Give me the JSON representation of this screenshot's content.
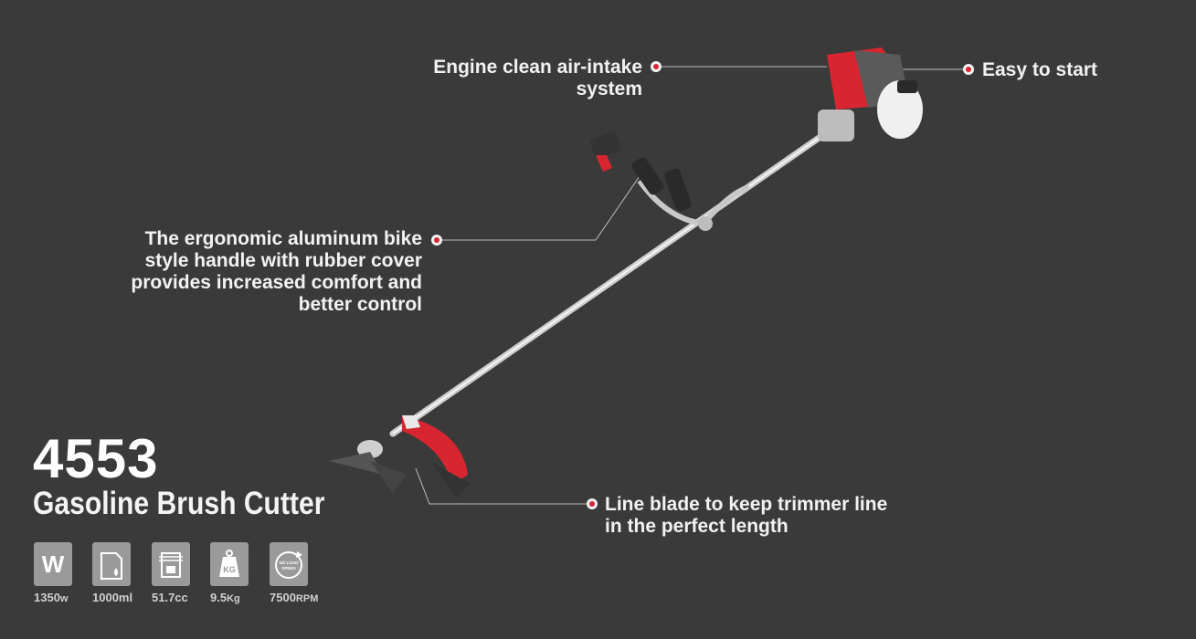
{
  "callouts": {
    "engine_air_intake": "Engine clean air-intake\nsystem",
    "easy_start": "Easy to start",
    "handle": "The ergonomic aluminum bike\nstyle handle with rubber cover\nprovides increased comfort and\nbetter control",
    "line_blade": "Line blade to keep trimmer line\nin the perfect length"
  },
  "product": {
    "model": "4553",
    "name": "Gasoline Brush Cutter"
  },
  "specs": [
    {
      "icon": "wattage-icon",
      "icon_text": "W",
      "value": "1350",
      "unit": "w"
    },
    {
      "icon": "fuel-tank-icon",
      "icon_text": "",
      "value": "1000ml",
      "unit": ""
    },
    {
      "icon": "engine-displacement-icon",
      "icon_text": "",
      "value": "51.7cc",
      "unit": ""
    },
    {
      "icon": "weight-icon",
      "icon_text": "KG",
      "value": "9.5",
      "unit": "Kg"
    },
    {
      "icon": "speed-icon",
      "icon_text": "NO LOAD SPEED",
      "value": "7500",
      "unit": "RPM"
    }
  ],
  "colors": {
    "background": "#3a3a3a",
    "accent_red": "#d7262f",
    "icon_gray": "#9a9a9a"
  }
}
